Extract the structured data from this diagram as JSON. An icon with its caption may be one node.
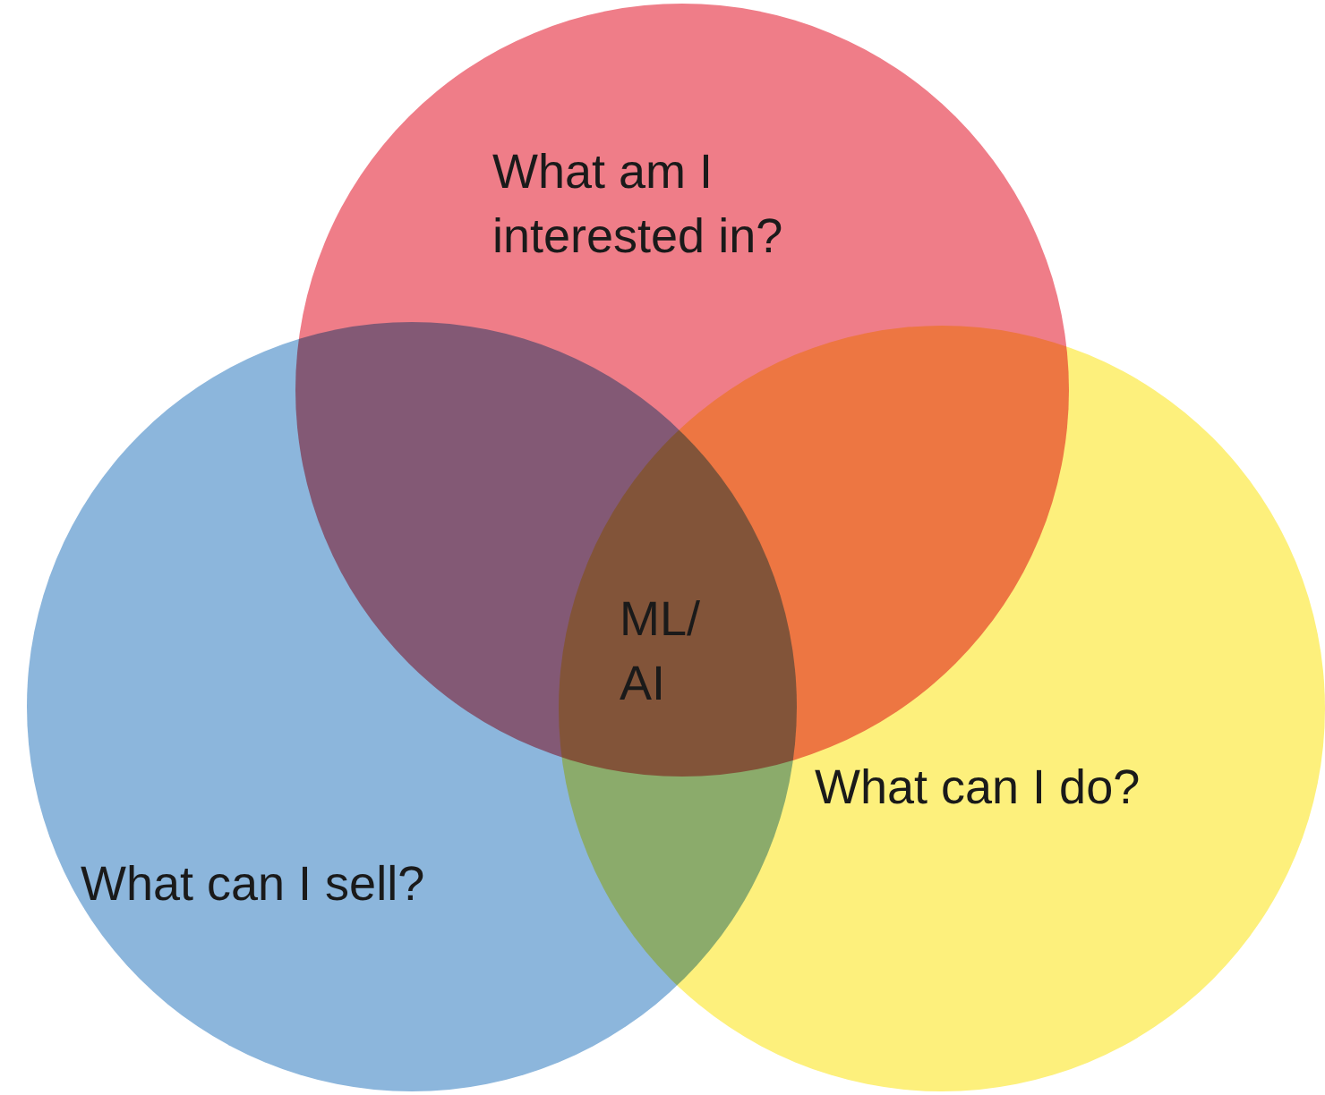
{
  "diagram": {
    "nodes": [
      {
        "text": [
          "What am I interested in?"
        ]
      },
      {
        "text": [
          "What can I sell?"
        ]
      },
      {
        "text": [
          "What can I do?"
        ]
      }
    ],
    "labels": [
      "ML/ AI"
    ]
  }
}
